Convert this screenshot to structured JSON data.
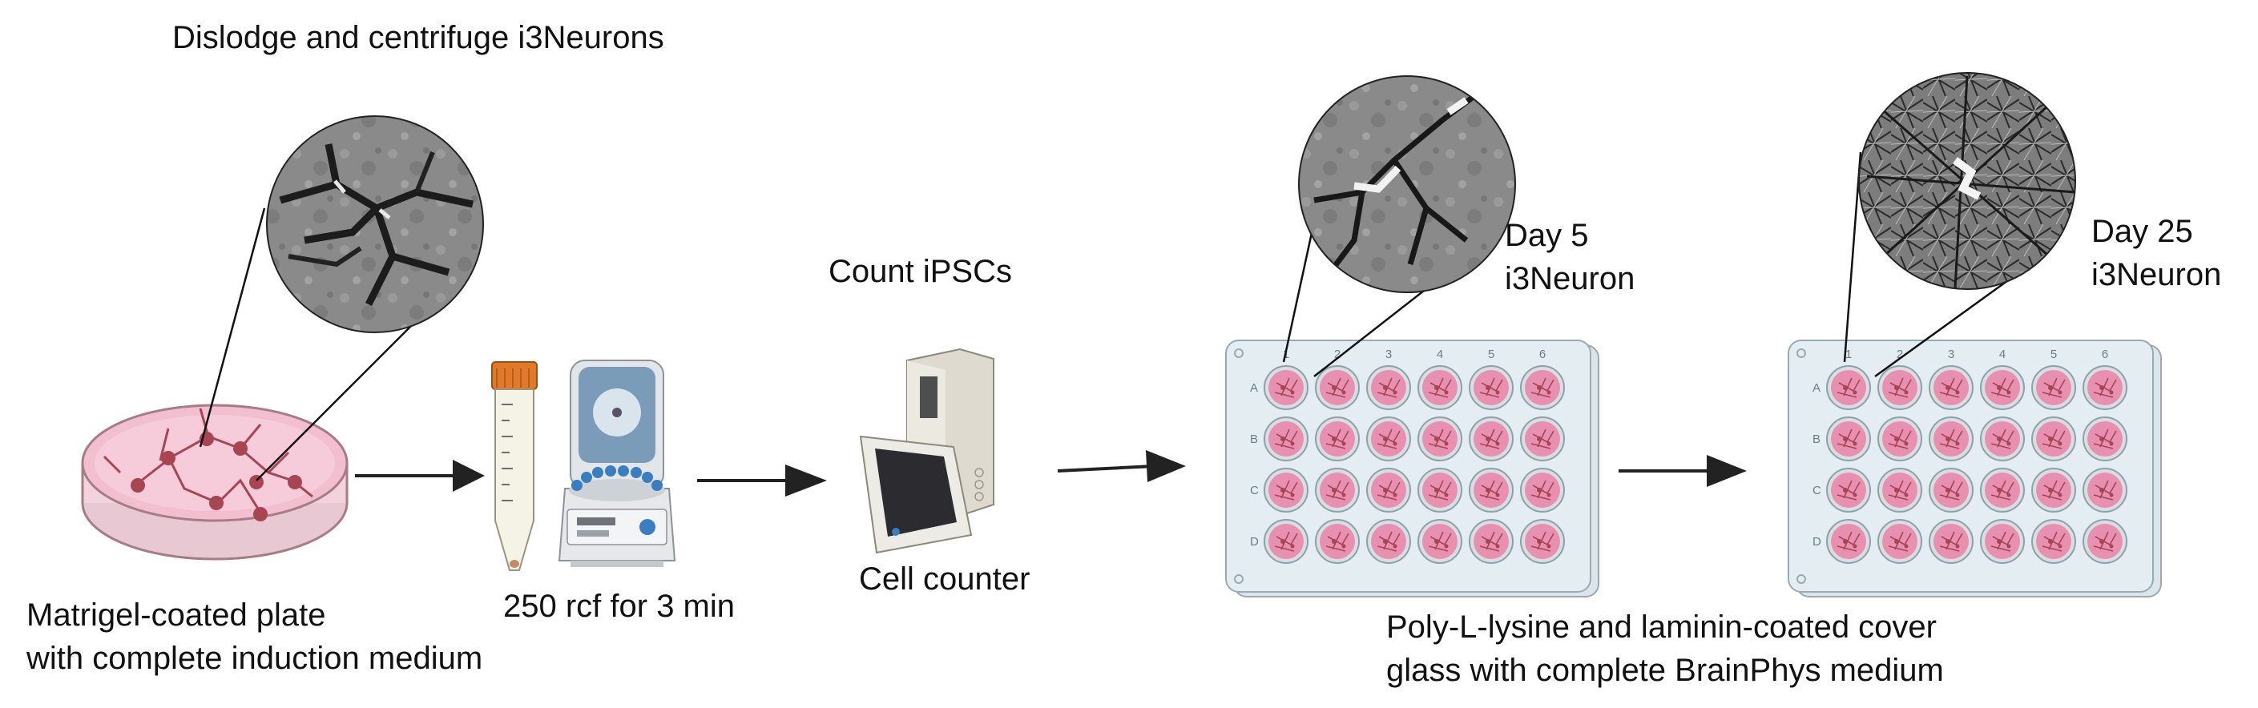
{
  "labels": {
    "dislodge": "Dislodge and centrifuge i3Neurons",
    "plate_line1": "Matrigel-coated plate",
    "plate_line2": "with complete induction medium",
    "centrifuge": "250 rcf for 3 min",
    "count": "Count iPSCs",
    "counter": "Cell counter",
    "day5_line1": "Day 5",
    "day5_line2": "i3Neuron",
    "day25_line1": "Day 25",
    "day25_line2": "i3Neuron",
    "coverglass_line1": "Poly-L-lysine and laminin-coated cover",
    "coverglass_line2": "glass with complete BrainPhys medium"
  },
  "well_plate": {
    "columns": [
      "1",
      "2",
      "3",
      "4",
      "5",
      "6"
    ],
    "rows": [
      "A",
      "B",
      "C",
      "D"
    ]
  },
  "colors": {
    "medium_pink": "#f2bfd0",
    "well_pink": "#e890b2",
    "neuron_red": "#a84552",
    "plate_blue": "#e4eef2",
    "tube_cap": "#e07a2a",
    "centrifuge_blue": "#7a9cb8"
  }
}
